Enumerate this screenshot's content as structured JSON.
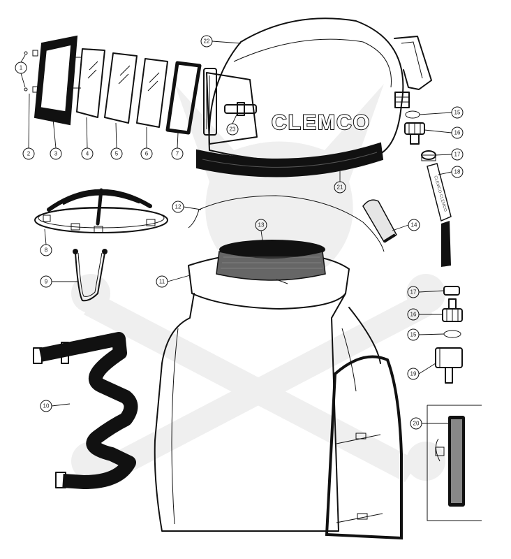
{
  "brand": {
    "helmet_logo": "CLEMCO",
    "hose_print": "CLEMCO·CLEMCO"
  },
  "callouts": [
    {
      "id": "1",
      "label": "1"
    },
    {
      "id": "2",
      "label": "2"
    },
    {
      "id": "3",
      "label": "3"
    },
    {
      "id": "4",
      "label": "4"
    },
    {
      "id": "5",
      "label": "5"
    },
    {
      "id": "6",
      "label": "6"
    },
    {
      "id": "7",
      "label": "7"
    },
    {
      "id": "8",
      "label": "8"
    },
    {
      "id": "9",
      "label": "9"
    },
    {
      "id": "10",
      "label": "10"
    },
    {
      "id": "11",
      "label": "11"
    },
    {
      "id": "12",
      "label": "12"
    },
    {
      "id": "13",
      "label": "13"
    },
    {
      "id": "14",
      "label": "14"
    },
    {
      "id": "15",
      "label": "15"
    },
    {
      "id": "16",
      "label": "16"
    },
    {
      "id": "17",
      "label": "17"
    },
    {
      "id": "18",
      "label": "18"
    },
    {
      "id": "16b",
      "label": "16"
    },
    {
      "id": "17b",
      "label": "17"
    },
    {
      "id": "15b",
      "label": "15"
    },
    {
      "id": "19",
      "label": "19"
    },
    {
      "id": "20",
      "label": "20"
    },
    {
      "id": "21",
      "label": "21"
    },
    {
      "id": "22",
      "label": "22"
    },
    {
      "id": "23",
      "label": "23"
    }
  ],
  "colors": {
    "ink": "#111111",
    "paper": "#ffffff",
    "watermark": "#efefef",
    "helmet_shade": "#f4f4f4"
  }
}
